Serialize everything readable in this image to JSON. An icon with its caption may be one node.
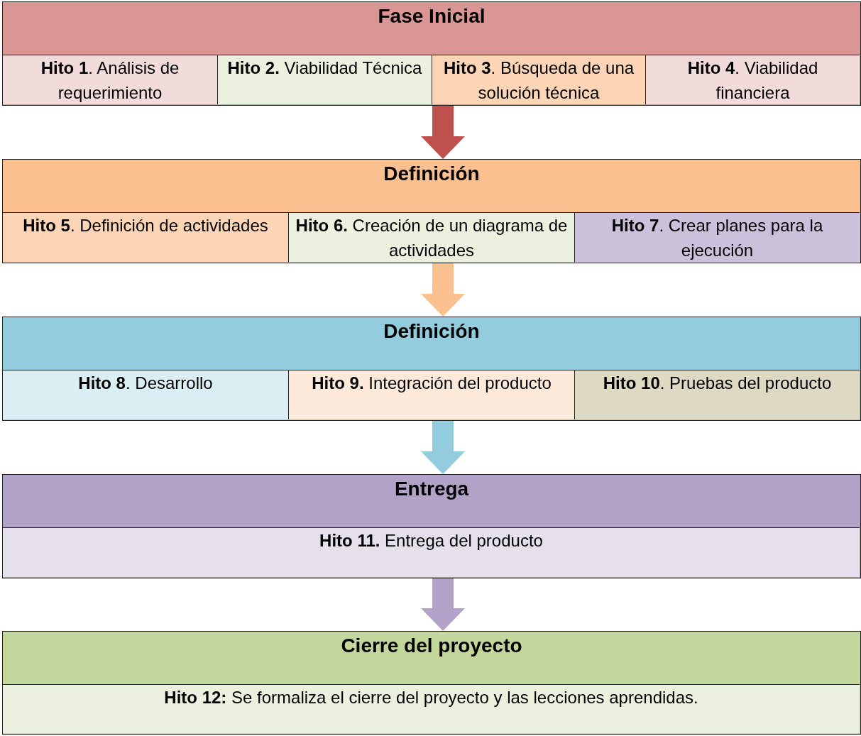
{
  "diagram": {
    "nodes": [
      {
        "text": [
          "Fase Inicial"
        ]
      },
      {
        "text": [
          "**Hito 1**. Análisis de requerimiento"
        ],
        "in": 0
      },
      {
        "text": [
          "**Hito 2.** Viabilidad Técnica"
        ],
        "in": 0
      },
      {
        "text": [
          "**Hito 3**. Búsqueda de una solución técnica"
        ],
        "in": 0
      },
      {
        "text": [
          "**Hito 4**. Viabilidad financiera"
        ],
        "in": 0
      },
      {
        "text": [
          "Definición"
        ]
      },
      {
        "text": [
          "**Hito 5**. Definición de actividades"
        ],
        "in": 5
      },
      {
        "text": [
          "**Hito 6.** Creación de un diagrama de actividades"
        ],
        "in": 5
      },
      {
        "text": [
          "**Hito 7**. Crear planes para la ejecución"
        ],
        "in": 5
      },
      {
        "text": [
          "Definición"
        ]
      },
      {
        "text": [
          "**Hito 8**. Desarrollo"
        ],
        "in": 9
      },
      {
        "text": [
          "**Hito 9.** Integración del producto"
        ],
        "in": 9
      },
      {
        "text": [
          "**Hito 10**. Pruebas del producto"
        ],
        "in": 9
      },
      {
        "text": [
          "Entrega"
        ]
      },
      {
        "text": [
          "**Hito 11.** Entrega del producto"
        ],
        "in": 13
      },
      {
        "text": [
          "Cierre del proyecto"
        ]
      },
      {
        "text": [
          "**Hito 12:** Se formaliza el cierre del proyecto y las lecciones aprendidas."
        ],
        "in": 15
      }
    ],
    "edges": [
      {
        "from": 0,
        "to": 5,
        "arrow": "to",
        "color": "#c0504d"
      },
      {
        "from": 5,
        "to": 9,
        "arrow": "to",
        "color": "#fac090"
      },
      {
        "from": 9,
        "to": 13,
        "arrow": "to",
        "color": "#93cddd"
      },
      {
        "from": 13,
        "to": 15,
        "arrow": "to",
        "color": "#b3a2c7"
      }
    ]
  }
}
